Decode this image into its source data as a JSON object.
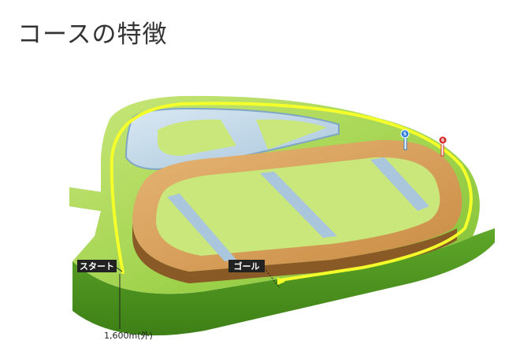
{
  "page": {
    "title": "コースの特徴"
  },
  "course": {
    "start_label": "スタート",
    "goal_label": "ゴール",
    "distance_label": "1,600m(外)",
    "furlong_markers": [
      {
        "label": "6",
        "color": "#d62b2b"
      },
      {
        "label": "5",
        "color": "#2b7fd6"
      }
    ],
    "colors": {
      "turf_light": "#c9e77a",
      "turf_mid": "#8fca3e",
      "turf_dark": "#4a8f1e",
      "dirt_top": "#d9a25c",
      "dirt_side": "#8a5a26",
      "inner_top": "#bfd6e6",
      "inner_side": "#7fa6c4",
      "route_line": "#f5ff2a"
    }
  }
}
